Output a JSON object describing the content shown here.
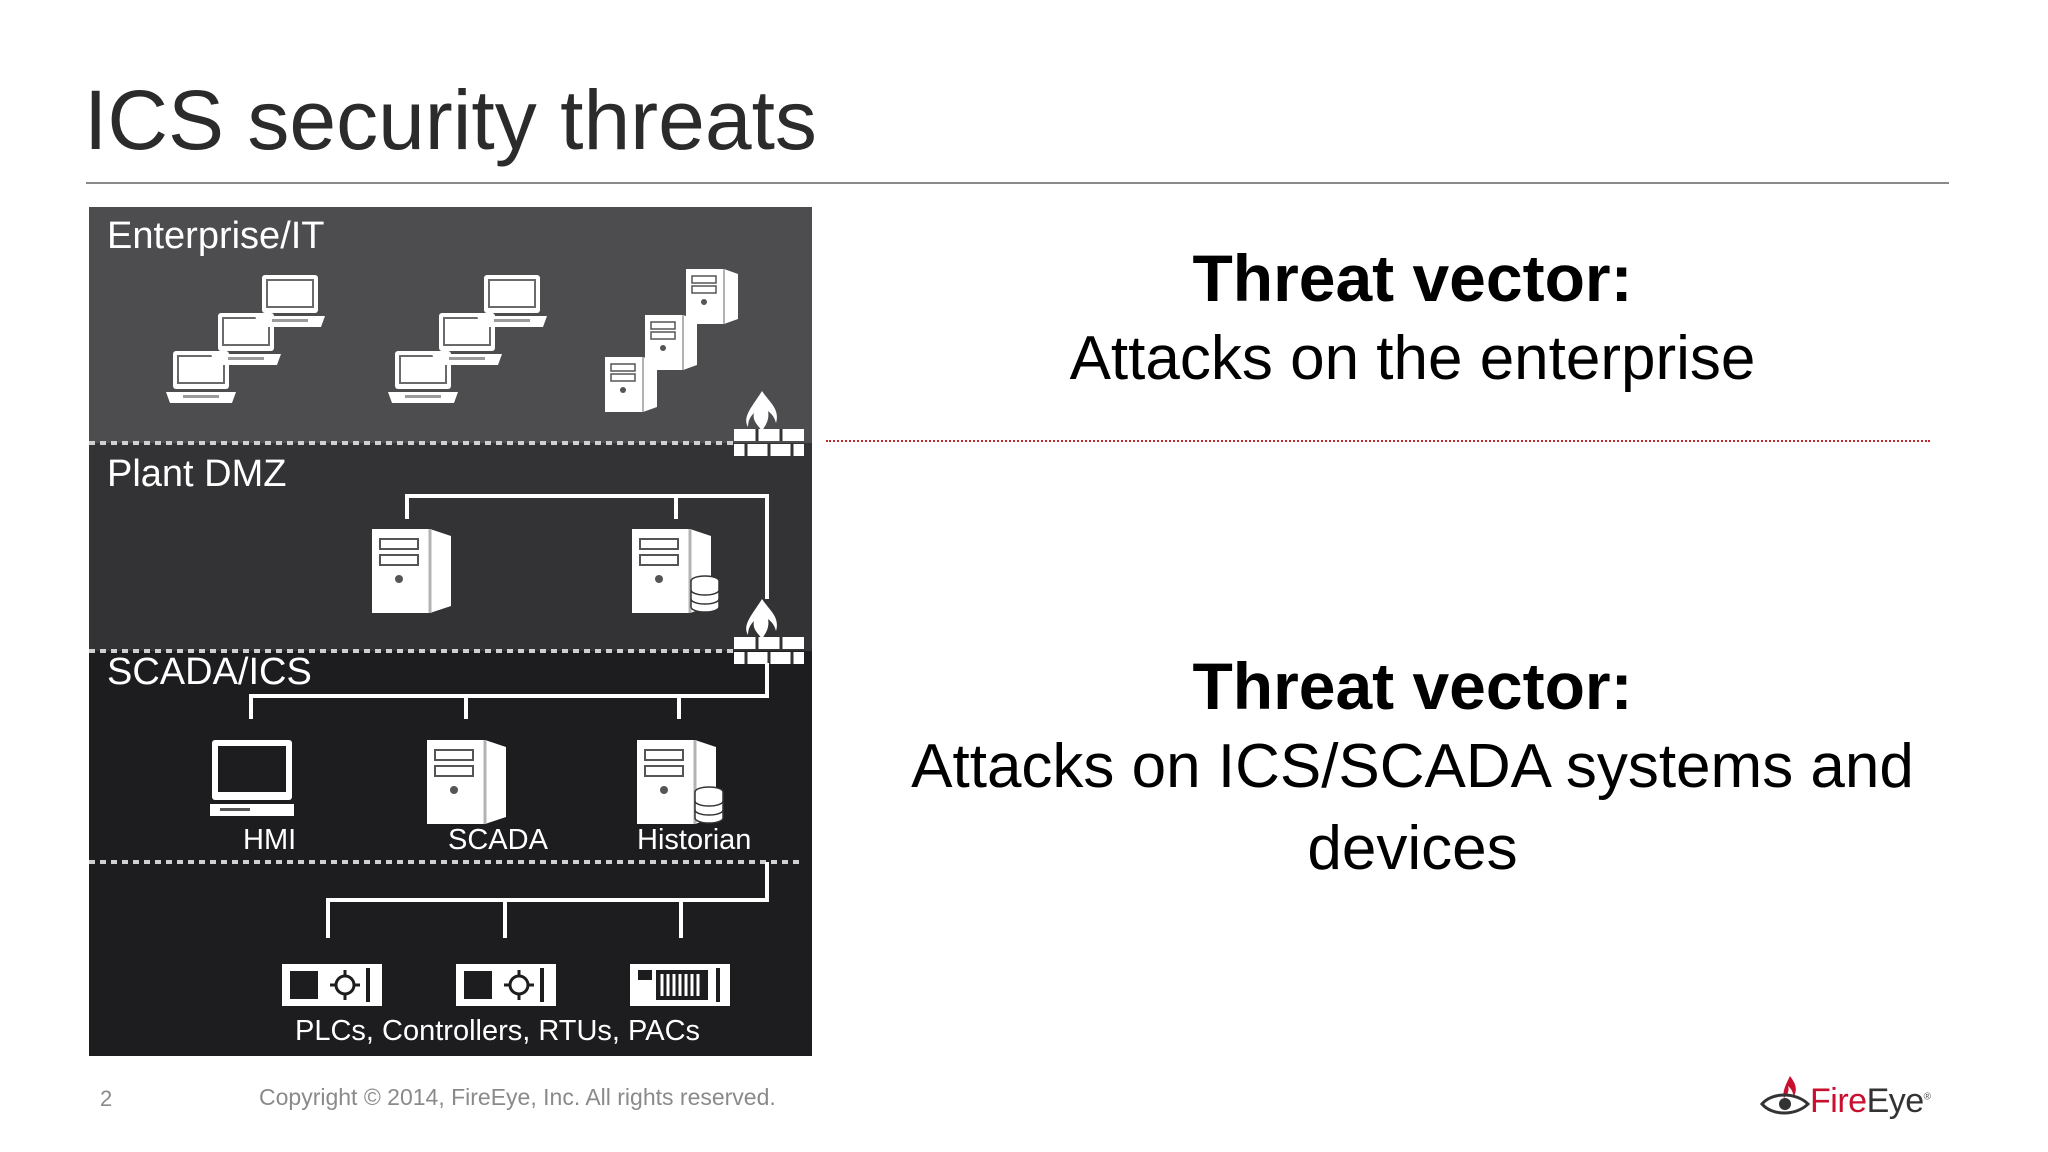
{
  "slide": {
    "title": "ICS security threats",
    "page_number": "2",
    "copyright": "Copyright ©  2014, FireEye, Inc.  All rights reserved."
  },
  "diagram": {
    "zones": [
      {
        "id": "enterprise",
        "label": "Enterprise/IT",
        "color": "#4d4d4f"
      },
      {
        "id": "dmz",
        "label": "Plant DMZ",
        "color": "#333335"
      },
      {
        "id": "scada",
        "label": "SCADA/ICS",
        "color": "#1d1d1f"
      }
    ],
    "nodes": {
      "hmi": "HMI",
      "scada": "SCADA",
      "historian": "Historian",
      "field_devices": "PLCs, Controllers, RTUs, PACs"
    },
    "icons": [
      "laptop-icon",
      "server-icon",
      "firewall-icon",
      "database-icon",
      "monitor-icon",
      "plc-icon"
    ]
  },
  "threats": [
    {
      "heading": "Threat vector:",
      "text": "Attacks on the enterprise"
    },
    {
      "heading": "Threat vector:",
      "text": "Attacks on ICS/SCADA systems and devices"
    }
  ],
  "brand": {
    "name_part1": "Fire",
    "name_part2": "Eye",
    "trademark": "®",
    "accent_color": "#c8102e"
  }
}
